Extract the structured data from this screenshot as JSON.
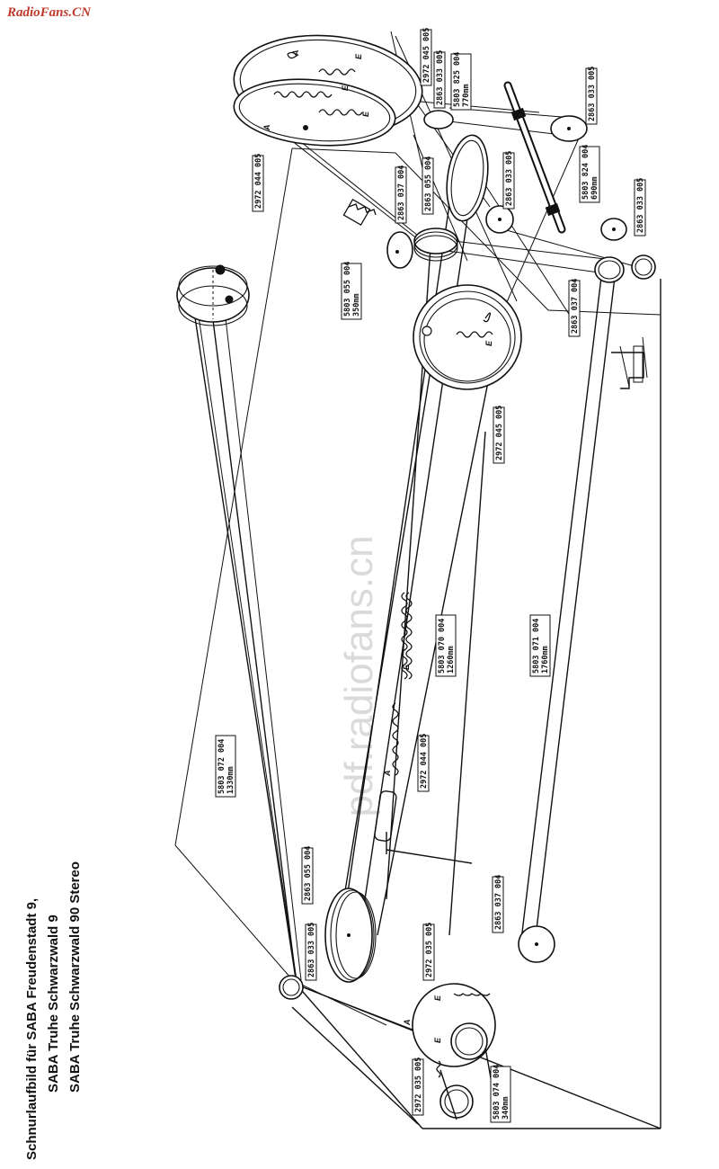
{
  "site_watermark": "RadioFans.CN",
  "center_watermark": "pdf.radiofans.cn",
  "title": {
    "line1": "Schnurlaufbild für  SABA Freudenstadt 9,",
    "line2": "SABA Truhe Schwarzwald 9",
    "line3": "SABA Truhe Schwarzwald 90 Stereo"
  },
  "part_labels": {
    "p1": [
      "2972 045 005"
    ],
    "p2": [
      "2863 033 005"
    ],
    "p3": [
      "5803 825 004",
      "770mm"
    ],
    "p4": [
      "2863 033 005"
    ],
    "p5": [
      "2972 044 005"
    ],
    "p6": [
      "2863 037 004"
    ],
    "p7": [
      "2863 055 004"
    ],
    "p8": [
      "2863 033 005"
    ],
    "p9": [
      "5803 824 004",
      "690mm"
    ],
    "p10": [
      "2863 033 005"
    ],
    "p11": [
      "5803 055 004",
      "350mm"
    ],
    "p12": [
      "2863 037 004"
    ],
    "p13": [
      "2972 045 005"
    ],
    "p14": [
      "5803 070 004",
      "1260mm"
    ],
    "p15": [
      "5803 071 004",
      "1760mm"
    ],
    "p16": [
      "2972 044 005"
    ],
    "p17": [
      "5803 072 004",
      "1330mm"
    ],
    "p18": [
      "2863 055 004"
    ],
    "p19": [
      "2863 037 004"
    ],
    "p20": [
      "2863 033 005"
    ],
    "p21": [
      "2972 035 005"
    ],
    "p22": [
      "2972 035 005"
    ],
    "p23": [
      "5803 074 004",
      "340mm"
    ]
  },
  "spring_end_letters": {
    "a": "A",
    "e": "E"
  }
}
